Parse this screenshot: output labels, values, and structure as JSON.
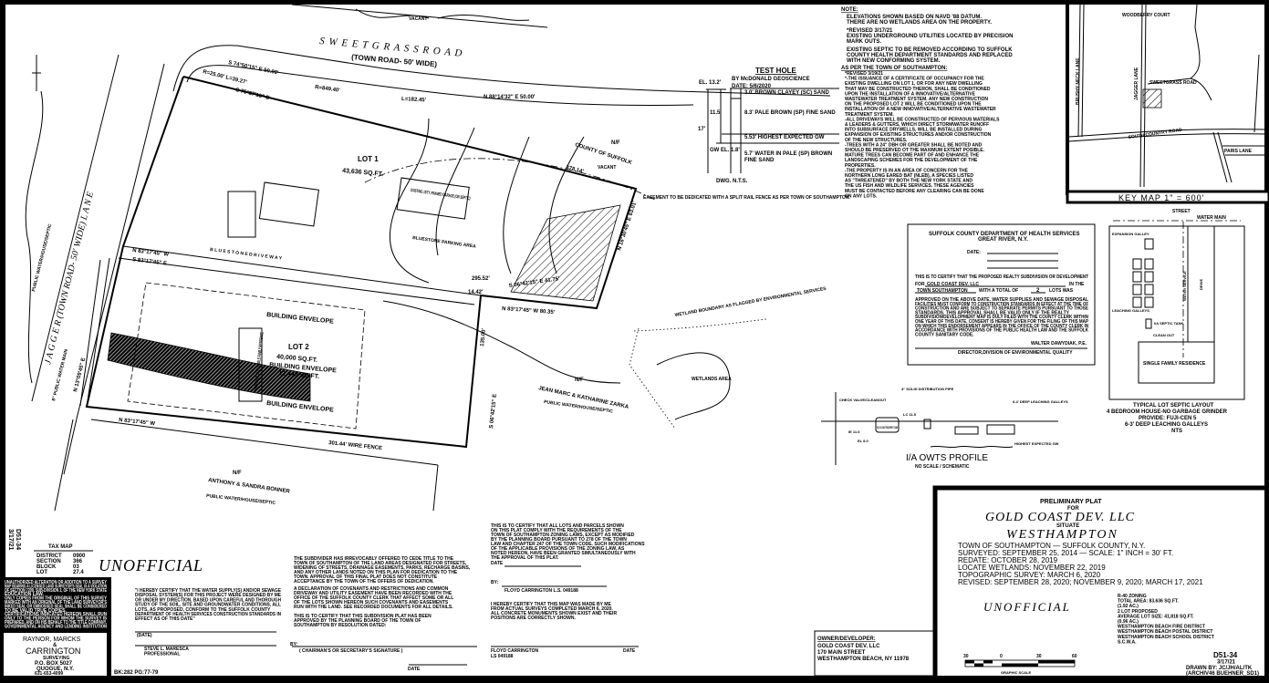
{
  "roads": {
    "sweetgrass": "S W E E T G R A S S     R O A D",
    "sweetgrass_sub": "(TOWN ROAD- 50' WIDE)",
    "jagger": "J A G G E R   (TOWN ROAD- 50' WIDE)   L A N E",
    "vacant": "VACANT",
    "public_water": "8\" PUBLIC WATER MAIN",
    "west_water": "PUBLIC WATER/HOUSE/SEPTIC"
  },
  "bearings": {
    "curve": "R=25.00'  L=39.27'",
    "b1": "S 74°50'15\" E  50.00'",
    "b2": "S 75°37'15\" E",
    "r": "R=849.40'",
    "l": "L=182.45'",
    "b3": "N 88°14'32\" E  50.00'",
    "b4": "378.14'",
    "b5": "N 83°17'45\" W",
    "b6": "S 83°17'45\" E",
    "b7": "295.52'",
    "b8": "S 06°42'15\" E  41.75'",
    "b9": "N 83°17'45\" W   80.35'",
    "b10": "14.42'",
    "b11": "N 83°17'45\" W",
    "b12": "301.44' WIRE FENCE",
    "b13": "N 13°09'45\" E",
    "b14": "135.00'",
    "b15": "S 06°42'15\" E",
    "b16": "N 16°30'45\" E 63.01'",
    "driveway": "B L U E S T O N E   D R I V E W A Y",
    "easement": "EASEMENT TO BE DEDICATED WITH A SPLIT RAIL FENCE AS PER TOWN OF SOUTHAMPTON."
  },
  "lots": {
    "lot1_label": "LOT 1",
    "lot1_area": "43,636 SQ.FT.",
    "lot2_label": "LOT 2",
    "lot2_area": "40,000 SQ.FT.",
    "lot2_env_label": "BUILDING ENVELOPE",
    "lot2_env_area": "12,440 SQ.FT.",
    "envelope_top": "BUILDING ENVELOPE",
    "envelope_bottom": "BUILDING ENVELOPE",
    "bluestone_parking": "BLUESTONE PARKING AREA",
    "existing_garage": "EXISTING 1STY. FRAMED GARAGE (ON SEPTIC)",
    "proposed_dwelling": "PROPOSED 1STY. SINGLE FAMILY RESIDENCE"
  },
  "neighbors": {
    "county_nf": "N/F",
    "county": "COUNTY OF SUFFOLK",
    "county_sub": "VACANT",
    "zarka_nf": "N/F",
    "zarka": "JEAN MARC & KATHARINE ZARKA",
    "zarka_sub": "PUBLIC WATER/HOUSE/SEPTIC",
    "bonner_nf": "N/F",
    "bonner": "ANTHONY & SANDRA BONNER",
    "bonner_sub": "PUBLIC WATER/HOUSE/SEPTIC",
    "wetland_boundary": "WETLAND BOUNDARY AS FLAGGED BY ENVIRONMENTAL SERVICES",
    "wetlands_area": "WETLANDS AREA"
  },
  "test_hole": {
    "title": "TEST HOLE",
    "by": "BY McDONALD GEOSCIENCE",
    "date": "DATE: 5/6/2020",
    "el": "EL. 13.2'",
    "depth1": "11.5'",
    "depth_total": "17'",
    "gw": "GW EL. 1.8'",
    "layers": [
      "3.0' BROWN CLAYEY (SC) SAND",
      "8.3' PALE BROWN (SP) FINE SAND",
      "5.53' HIGHEST EXPECTED GW",
      "5.7' WATER IN PALE (SP) BROWN FINE SAND"
    ],
    "dwg": "DWG. N.T.S."
  },
  "notes": {
    "title": "NOTE:",
    "lines": [
      "ELEVATIONS SHOWN BASED ON NAVD '88 DATUM.",
      "THERE ARE NO WETLANDS AREA ON THE PROPERTY.",
      "*REVISED 3/17/21",
      "EXISTING UNDERGROUND UTILITIES LOCATED BY PRECISION",
      "MARK OUTS.",
      "EXISTING SEPTIC TO BE REMOVED ACCORDING TO SUFFOLK",
      "COUNTY HEALTH DEPARTMENT STANDARDS AND REPLACED",
      "WITH NEW CONFORMING SYSTEM."
    ],
    "town_title": "AS PER THE TOWN OF SOUTHAMPTON:",
    "town_lines": [
      "*REVISED 3/19/21",
      "*-THE ISSUANCE OF A CERTIFICATE OF OCCUPANCY FOR THE",
      "EXISTING DWELLING ON LOT 1, OR FOR ANY NEW DWELLING",
      "THAT MAY BE CONSTRUCTED THERON, SHALL BE CONDITIONED",
      "UPON THE INSTALLATION OF A INNOVATIVE/ALTERNATIVE",
      "WASTEWATER TREATMENT SYSTEM. ANY NEW CONSTRUCTION",
      "ON THE PROPOSED LOT 2 WILL BE CONDITIONED UPON THE",
      "INSTALLATION OF A NEW INNOVATIVE/ALTERNATIVE WASTEWATER",
      "TREATMENT SYSTEM.",
      "-ALL DRIVEWAYS WILL BE CONSTRUCTED OF PERVIOUS MATERIALS",
      "& LEADERS & GUTTERS, WHICH DIRECT STORMWATER RUNOFF",
      "INTO SUBSURFACE DRYWELLS, WILL BE INSTALLED DURING",
      "EXPANSION OF EXISTING STRUCTURES AND/OR CONSTRUCTION",
      "OF THE NEW STRUCTURES.",
      "-TREES WITH A 24\" DBH OR GREATER SHALL BE NOTED AND",
      "SHOULD BE PRESERVED OT THE MAXIMUM EXTENT POSIBLE.",
      "MATURE TREES CAN BECOME PART OF AND ENHANCE THE",
      "LANDSCAPING SCHEMES FOR THE DEVELOPMENT OF THE",
      "PROPERTIES.",
      "-THE PROPERTY IS IN AN AREA OF CONCERN FOR THE",
      "NORTHERN LONG EARED BAT (NLEB), A SPECIES LISTED",
      "AS \"THREATENED\" BY BOTH THE NEW YORK STATE AND",
      "THE US FISH AND WILDLIFE SERVICES. THESE AGENCIES",
      "MUST BE CONTACTED BEFORE ANY CLEARING CAN BE DONE",
      "ON ANY LOTS."
    ]
  },
  "key_map": {
    "caption": "KEY MAP   1\" = 600'",
    "labels": [
      "SWEETGRASS ROAD",
      "JAGGER LANE",
      "SOUTH COUNTRY ROAD",
      "PARIS LANE",
      "BRUSHY NECK LANE",
      "WOODBERRY COURT"
    ]
  },
  "health_dept": {
    "title": "SUFFOLK COUNTY DEPARTMENT OF HEALTH SERVICES",
    "subtitle": "GREAT RIVER, N.Y.",
    "date_label": "DATE:",
    "certify": "THIS IS TO CERTIFY THAT THE PROPOSED REALTY SUBDIVISION OR DEVELOPMENT",
    "for_label": "FOR",
    "for_value": "GOLD COAST DEV. LLC",
    "in_the": "IN THE",
    "town_value": "TOWN SOUTHAMPTON",
    "total_label": "WITH A TOTAL OF",
    "total_value": "2",
    "lots_label": "LOTS WAS",
    "body": [
      "APPROVED ON THE ABOVE DATE. WATER SUPPLIES AND SEWAGE DISPOSAL",
      "FACILITIES MUST CONFORM TO CONSTRUCTION STANDARDS IN EFFECT AT THE TIME OF",
      "CONSTRUCTION AND ARE SUBJECT TO SEPARATE PERMITS PURSUANT TO THOSE",
      "STANDARDS. THIS APPROVAL SHALL BE VALID ONLY IF THE REALTY",
      "SUBDIVISION/DEVELOPMENT MAP IS DULY FILED WITH THE COUNTY CLERK WITHIN",
      "ONE YEAR OF THIS DATE. CONSENT IS HEREBY GIVEN FOR THE FILING OF THIS MAP",
      "ON WHICH THIS ENDORSEMENT APPEARS IN THE OFFICE OF THE COUNTY CLERK IN",
      "ACCORDANCE WITH PROVISIONS OF THE PUBLIC HEALTH LAW AND THE SUFFOLK",
      "COUNTY SANITARY CODE."
    ],
    "signer": "WALTER DAWYDIAK, P.E.",
    "signer_title": "DIRECTOR,DIVISION OF ENVIRONMENTAL QUALITY"
  },
  "septic": {
    "street": "STREET",
    "water_main": "WATER MAIN",
    "expansion": "EXPANSION GALLEY",
    "leaching": "LEACHING GALLEYS",
    "ia_tank": "I/A SEPTIC TANK",
    "clean_out": "CLEAN OUT",
    "residence": "SINGLE FAMILY RESIDENCE",
    "caption": "TYPICAL LOT SEPTIC LAYOUT",
    "line2": "4 BEDROOM HOUSE-NO GARBAGE GRINDER",
    "line3": "PROVIDE: FUJI-CEN 5",
    "line4": "6-3' DEEP LEACHING GALLEYS",
    "nts": "NTS",
    "drive": "DRIVE",
    "water_service": "WATER SERVICE"
  },
  "owts": {
    "title": "I/A OWTS PROFILE",
    "subtitle": "NO SCALE / SCHEMATIC",
    "tank": "FUJI CLEAN TREATMENT TANK",
    "labels": [
      "CHECK VALVE/CLEANOUT",
      "4\" SOLID DISTRIBUTION PIPE",
      "6-4' DEEP LEACHING GALLEYS",
      "LC 11.5",
      "IE 11.0",
      "EL 8.0",
      "HIGHEST EXPECTED GW"
    ]
  },
  "title_block": {
    "preliminary": "PRELIMINARY PLAT",
    "for": "FOR",
    "client": "GOLD COAST DEV. LLC",
    "situate": "SITUATE",
    "place": "WESTHAMPTON",
    "lines": [
      "TOWN OF SOUTHAMPTON — SUFFOLK COUNTY, N.Y.",
      "SURVEYED: SEPTEMBER 25, 2014 — SCALE: 1\" INCH = 30' FT.",
      "REDATE: OCTOBER 28, 2019",
      "LOCATE WETLANDS: NOVEMBER 22, 2019",
      "TOPOGRAPHIC SURVEY: MARCH 6, 2020",
      "REVISED: SEPTEMBER 28, 2020; NOVEMBER 9, 2020; MARCH 17, 2021"
    ],
    "unofficial": "UNOFFICIAL",
    "zoning": [
      "R-40 ZONING",
      "TOTAL AREA: 83,636 SQ.FT.",
      "(1.92 AC.)",
      "2 LOT PROPOSED",
      "AVERAGE LOT SIZE: 41,818 SQ.FT.",
      "(0.96 AC.)",
      "WESTHAMPTON BEACH FIRE DISTRICT",
      "WESTHAMPTON BEACH POSTAL DISTRICT",
      "WESTHAMPTON BEACH SCHOOL DISTRICT",
      "S.C.W.A."
    ],
    "scale_ticks": [
      "30",
      "0",
      "30",
      "60"
    ],
    "scale_label": "GRAPHIC SCALE",
    "job": "D51-34",
    "date": "3/17/21",
    "drawn_by": "DRAWN BY: JC/JH/AL/TK",
    "archive": "(ARCHIV46 BUEHNER_SD1)"
  },
  "owner": {
    "title": "OWNER/DEVELOPER:",
    "lines": [
      "GOLD COAST DEV. LLC",
      "170 MAIN STREET",
      "WESTHAMPTON BEACH, NY 11978"
    ]
  },
  "tax_map": {
    "title": "TAX MAP",
    "rows": [
      [
        "DISTRICT",
        "0900"
      ],
      [
        "SECTION",
        "366"
      ],
      [
        "BLOCK",
        "03"
      ],
      [
        "LOT",
        "27.4"
      ]
    ],
    "unofficial": "UNOFFICIAL",
    "side_job": "D51-34",
    "side_date": "3/17/21"
  },
  "surveyor": {
    "name1": "RAYNOR, MARCKS",
    "amp": "&",
    "name2": "CARRINGTON",
    "surveying": "SURVEYING",
    "box": "P.O. BOX 5027",
    "city": "QUOGUE, N.Y.",
    "phone": "631-653-4099",
    "book": "BK:282  PG:77-79",
    "warnings": [
      "UNAUTHORIZED ALTERATION OR ADDITION TO A SURVEY",
      "MAP BEARING A LICENSED LAND SURVEYOR'S SEAL IS A VIOLATION",
      "OF SECTION 7209, SUB-DIVISION 2, OF THE NEW YORK STATE",
      "EDUCATION LAW.",
      "ONLY COPIES FROM THE ORIGINAL OF THIS SURVEY",
      "MARKED WITH AN ORIGINAL OF THE LAND SURVEYOR'S",
      "INKED SEAL OR EMBOSSED SEAL SHALL BE CONSIDERED",
      "TO BE VALID TRUE COPIES.",
      "CERTIFICATIONS INDICATED HEREON SHALL RUN",
      "ONLY TO THE PERSON FOR WHOM THE SURVEY IS",
      "PREPARED, AND ON HIS BEHALF TO THE TITLE COMPANY,",
      "GOVERNMENTAL AGENCY AND LENDING INSTITUTION"
    ]
  },
  "certifications": {
    "water": [
      "\"I HEREBY CERTIFY THAT THE WATER SUPPLY(S) AND/OR SEWAGE",
      "DISPOSAL SYSTEM(S) FOR THIS PROJECT WERE DESIGNED BY ME",
      "OR UNDER MY DIRECTION. BASED UPON CAREFUL AND THOROUGH",
      "STUDY OF THE SOIL, SITE AND GROUNDWATER CONDITIONS, ALL",
      "LOTS, AS PROPOSED, CONFORM TO THE SUFFOLK COUNTY",
      "DEPARTMENT OF HEALTH SERVICES CONSTRUCTION STANDARDS IN",
      "EFFECT AS OF THIS DATE\""
    ],
    "date_label": "(DATE)",
    "engineer": "STEVE L. MARESCA",
    "engineer_title": "PROFESSIONAL",
    "dedication": [
      "THE SUBDIVIDER HAS IRREVOCABLY OFFERED TO CEDE TITLE TO THE",
      "TOWN OF SOUTHAMPTON OF THE LAND AREAS DESIGNATED FOR STREETS,",
      "WIDENING OF STREETS, DRAINAGE EASEMENTS, PARKS, RECHARGE BASINS,",
      "AND ANY OTHER LANDS NOTED ON THIS PLAN FOR DEDICATION TO THE",
      "TOWN. APPROVAL OF THIS FINAL PLAT DOES NOT CONSTITUTE",
      "ACCEPTANCE BY THE TOWN OF THE OFFERS OF DEDICATION."
    ],
    "covenants": [
      "A DECLARATION OF COVENANTS AND RESTRICTIONS AND COMMON",
      "DRIVEWAY AND UTILITY EASEMENT HAVE BEEN RECORDED WITH THE",
      "OFFICE OF THE SUFFOLK COUNTY CLERK THAT AFFECT SOME OR ALL",
      "OF THE LOTS SHOWN HEREON SUCH COVENANTS AND EASEMENTS",
      "RUN WITH THE LAND. SEE RECORDED DOCUMENTS FOR ALL DETAILS."
    ],
    "planning": [
      "THIS IS TO CERTIFY THAT THIS SUBDIVISION PLAT HAS BEEN",
      "APPROVED BY THE PLANNING BOARD OF THE TOWN OF",
      "SOUTHAMPTON BY RESOLUTION DATED:"
    ],
    "by_label": "BY:",
    "chairman": "( CHAIRMAN'S OR SECRETARY'S SIGNATURE )",
    "date2": "DATE",
    "zoning": [
      "THIS IS TO CERTIFY THAT ALL LOTS AND PARCELS SHOWN",
      "ON THIS PLAT COMPLY WITH THE REQUIREMENTS OF THE",
      "TOWN OF SOUTHAMPTON ZONING LAWS, EXCEPT AS MODIFIED",
      "BY THE PLANNING BOARD PURSUANT TO 278 OF THE TOWN",
      "LAW AND CHAPTER 247 OF THE TOWN CODE. SUCH MODIFICATIONS",
      "OF THE APPLICABLE PROVISIONS OF THE ZONING LAW, AS",
      "NOTED HEREON, HAVE BEEN GRANTED SIMULTANEOUSLY WITH",
      "THE APPROVAL OF THIS PLAT."
    ],
    "date3": "DATE",
    "by2": "BY:",
    "surveyor_sig": "FLOYD CARRINGTON     L.S. 049188",
    "survey_cert": [
      "I HEREBY CERTIFY THAT THIS MAP WAS MADE BY ME",
      "FROM ACTUAL SURVEYS COMPLETED MARCH 6, 2020.",
      "ALL CONCRETE MONUMENTS SHOWN EXIST AND THEIR",
      "POSITIONS ARE CORRECTLY SHOWN."
    ],
    "surveyor_sig2": "FLOYD CARRINGTON",
    "ls": "LS 049188",
    "date4": "DATE"
  }
}
